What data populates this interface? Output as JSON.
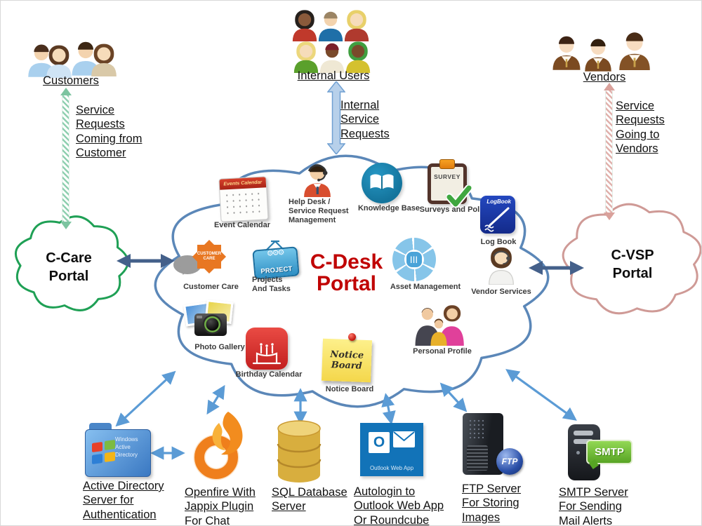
{
  "diagram_title": "C-Desk Portal",
  "colors": {
    "accent_red": "#c00000",
    "main_cloud_outline": "#5b87b8",
    "ccare_cloud_outline": "#1fa055",
    "cvsp_cloud_outline": "#cf9a96",
    "arrow_blue": "#5b9bd5",
    "arrow_slate": "#44608a",
    "stripe_green": "#8fcfb0",
    "stripe_rose": "#e0b1ac"
  },
  "actors": {
    "customers": {
      "label": "Customers",
      "flow": "Service\nRequests\nComing from\nCustomer",
      "people": [
        {
          "skin": "#f3d3ae",
          "hair": "#4a2f1d",
          "shirt": "#a9d0ee",
          "female": false
        },
        {
          "skin": "#f6dcba",
          "hair": "#5b3a22",
          "shirt": "#cfe4f5",
          "female": true
        },
        {
          "skin": "#f3d3ae",
          "hair": "#3d2714",
          "shirt": "#a9d0ee",
          "female": false
        },
        {
          "skin": "#f6dcba",
          "hair": "#6b4426",
          "shirt": "#d9c9a8",
          "female": true
        }
      ]
    },
    "internal_users": {
      "label": "Internal Users",
      "flow": "Internal\nService\nRequests",
      "people": [
        {
          "skin": "#8a5a3b",
          "hair": "#26201c",
          "shirt": "#c0392b",
          "female": true
        },
        {
          "skin": "#f3d3ae",
          "hair": "#9b8464",
          "shirt": "#1f6fa8",
          "female": false
        },
        {
          "skin": "#f6dcba",
          "hair": "#e8d06a",
          "shirt": "#b03a2e",
          "female": true
        },
        {
          "skin": "#f6dcba",
          "hair": "#ecd77c",
          "shirt": "#5aa02c",
          "female": true
        },
        {
          "skin": "#7a4a2b",
          "hair": "#7a1f2b",
          "shirt": "#efe8d4",
          "female": false
        },
        {
          "skin": "#7a4a2b",
          "hair": "#3f9e3f",
          "shirt": "#d4c12f",
          "female": true
        }
      ]
    },
    "vendors": {
      "label": "Vendors",
      "flow": "Service\nRequests\nGoing to\nVendors",
      "people": [
        {
          "skin": "#f7dcc0",
          "hair": "#3d2314",
          "shirt": "#7b4a21",
          "female": false,
          "collar": true
        },
        {
          "skin": "#f7dcc0",
          "hair": "#33200f",
          "shirt": "#7b4a21",
          "female": false,
          "collar": true
        },
        {
          "skin": "#f7dcc0",
          "hair": "#4a2c16",
          "shirt": "#835226",
          "female": false,
          "collar": true
        }
      ]
    }
  },
  "portals": {
    "cdesk": {
      "title": "C-Desk\nPortal"
    },
    "ccare": {
      "title": "C-Care\nPortal"
    },
    "cvsp": {
      "title": "C-VSP\nPortal"
    }
  },
  "modules": [
    {
      "label": "Event Calendar"
    },
    {
      "label": "Help Desk /\nService Request\nManagement"
    },
    {
      "label": "Knowledge Base"
    },
    {
      "label": "Surveys and Polls"
    },
    {
      "label": "Log Book"
    },
    {
      "label": "Customer Care"
    },
    {
      "label": "Projects\nAnd Tasks"
    },
    {
      "label": "Asset Management"
    },
    {
      "label": "Vendor Services"
    },
    {
      "label": "Photo Gallery"
    },
    {
      "label": "Birthday Calendar"
    },
    {
      "label": "Notice Board"
    },
    {
      "label": "Personal Profile"
    }
  ],
  "icon_texts": {
    "event_calendar_header": "Events Calendar",
    "survey": "SURVEY",
    "logbook": "LogBook",
    "customer_care": "CUSTOMER\nCARE",
    "project": "PROJECT",
    "project_gears": "⚙⚙⚙",
    "notice": "Notice\nBoard",
    "asset_core": "|||",
    "active_directory": "Windows\nActive\nDirectory",
    "outlook_o": "O",
    "outlook": "Outlook Web App",
    "ftp": "FTP",
    "smtp": "SMTP"
  },
  "servers": [
    {
      "label": "Active Directory\nServer for\nAuthentication"
    },
    {
      "label": "Openfire With\nJappix Plugin\nFor Chat"
    },
    {
      "label": "SQL Database\nServer"
    },
    {
      "label": "Autologin to\nOutlook Web App\nOr Roundcube"
    },
    {
      "label": "FTP Server\nFor Storing\nImages"
    },
    {
      "label": "SMTP Server\nFor Sending\nMail Alerts"
    }
  ]
}
